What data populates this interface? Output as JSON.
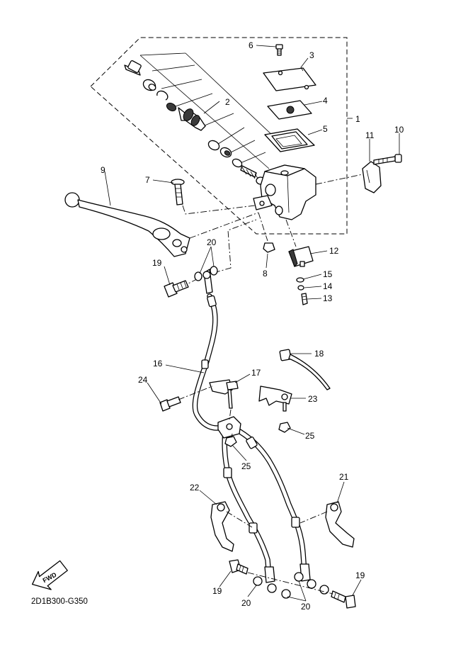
{
  "diagram": {
    "code": "2D1B300-G350",
    "fwd_label": "FWD",
    "callouts": {
      "c1": "1",
      "c2": "2",
      "c3": "3",
      "c4": "4",
      "c5": "5",
      "c6": "6",
      "c7": "7",
      "c8": "8",
      "c9": "9",
      "c10": "10",
      "c11": "11",
      "c12": "12",
      "c13": "13",
      "c14": "14",
      "c15": "15",
      "c16": "16",
      "c17": "17",
      "c18": "18",
      "c19a": "19",
      "c19b": "19",
      "c19c": "19",
      "c20a": "20",
      "c20b": "20",
      "c20c": "20",
      "c21": "21",
      "c22": "22",
      "c23": "23",
      "c24": "24",
      "c25a": "25",
      "c25b": "25"
    }
  }
}
